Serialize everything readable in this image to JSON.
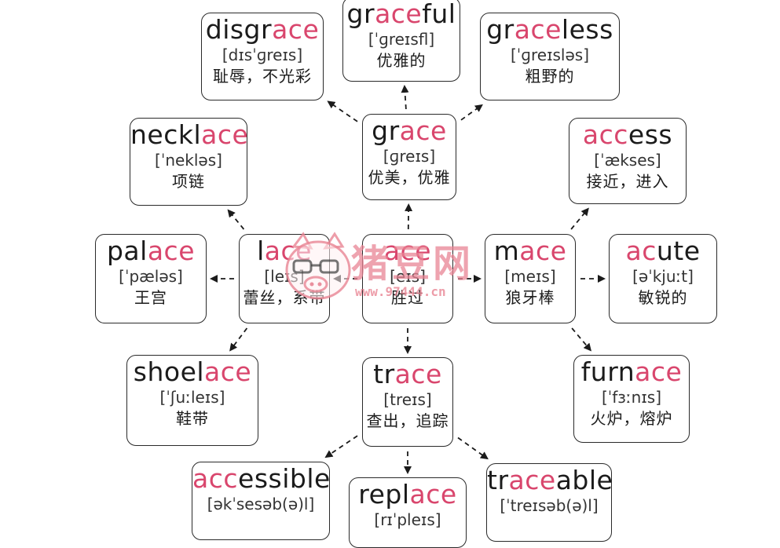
{
  "diagram": {
    "center_root": "ace",
    "colors": {
      "stem": "#d9466d",
      "text": "#1b1b1b",
      "border": "#2a2a2a",
      "watermark": "#e88494"
    },
    "cards": [
      {
        "key": "disgrace",
        "prefix": "disgr",
        "stem": "ace",
        "suffix": "",
        "ipa": "[dɪsˈɡreɪs]",
        "gloss": "耻辱，不光彩"
      },
      {
        "key": "graceful",
        "prefix": "gr",
        "stem": "ace",
        "suffix": "ful",
        "ipa": "[ˈɡreɪsfl]",
        "gloss": "优雅的"
      },
      {
        "key": "graceless",
        "prefix": "gr",
        "stem": "ace",
        "suffix": "less",
        "ipa": "[ˈɡreɪsləs]",
        "gloss": "粗野的"
      },
      {
        "key": "necklace",
        "prefix": "neckl",
        "stem": "ace",
        "suffix": "",
        "ipa": "[ˈnekləs]",
        "gloss": "项链"
      },
      {
        "key": "grace",
        "prefix": "gr",
        "stem": "ace",
        "suffix": "",
        "ipa": "[ɡreɪs]",
        "gloss": "优美，优雅"
      },
      {
        "key": "access",
        "prefix": "",
        "stem": "acc",
        "suffix": "ess",
        "ipa": "[ˈækses]",
        "gloss": "接近，进入"
      },
      {
        "key": "palace",
        "prefix": "pal",
        "stem": "ace",
        "suffix": "",
        "ipa": "[ˈpæləs]",
        "gloss": "王宫"
      },
      {
        "key": "lace",
        "prefix": "l",
        "stem": "ace",
        "suffix": "",
        "ipa": "[leɪs]",
        "gloss": "蕾丝，系带"
      },
      {
        "key": "ace",
        "prefix": "",
        "stem": "ace",
        "suffix": "",
        "ipa": "[eɪs]",
        "gloss": "胜过"
      },
      {
        "key": "mace",
        "prefix": "m",
        "stem": "ace",
        "suffix": "",
        "ipa": "[meɪs]",
        "gloss": "狼牙棒"
      },
      {
        "key": "acute",
        "prefix": "",
        "stem": "ac",
        "suffix": "ute",
        "ipa": "[əˈkjuːt]",
        "gloss": "敏锐的"
      },
      {
        "key": "shoelace",
        "prefix": "shoel",
        "stem": "ace",
        "suffix": "",
        "ipa": "[ˈʃuːleɪs]",
        "gloss": "鞋带"
      },
      {
        "key": "trace",
        "prefix": "tr",
        "stem": "ace",
        "suffix": "",
        "ipa": "[treɪs]",
        "gloss": "查出，追踪"
      },
      {
        "key": "furnace",
        "prefix": "furn",
        "stem": "ace",
        "suffix": "",
        "ipa": "[ˈfɜːnɪs]",
        "gloss": "火炉，熔炉"
      },
      {
        "key": "accessible",
        "prefix": "",
        "stem": "acc",
        "suffix": "essible",
        "ipa": "[əkˈsesəb(ə)l]",
        "gloss": ""
      },
      {
        "key": "replace",
        "prefix": "repl",
        "stem": "ace",
        "suffix": "",
        "ipa": "[rɪˈpleɪs]",
        "gloss": ""
      },
      {
        "key": "traceable",
        "prefix": "tr",
        "stem": "ace",
        "suffix": "able",
        "ipa": "[ˈtreɪsəb(ə)l]",
        "gloss": ""
      }
    ]
  },
  "watermark": {
    "text": "猪豆网",
    "url": "www.97444.cn"
  }
}
